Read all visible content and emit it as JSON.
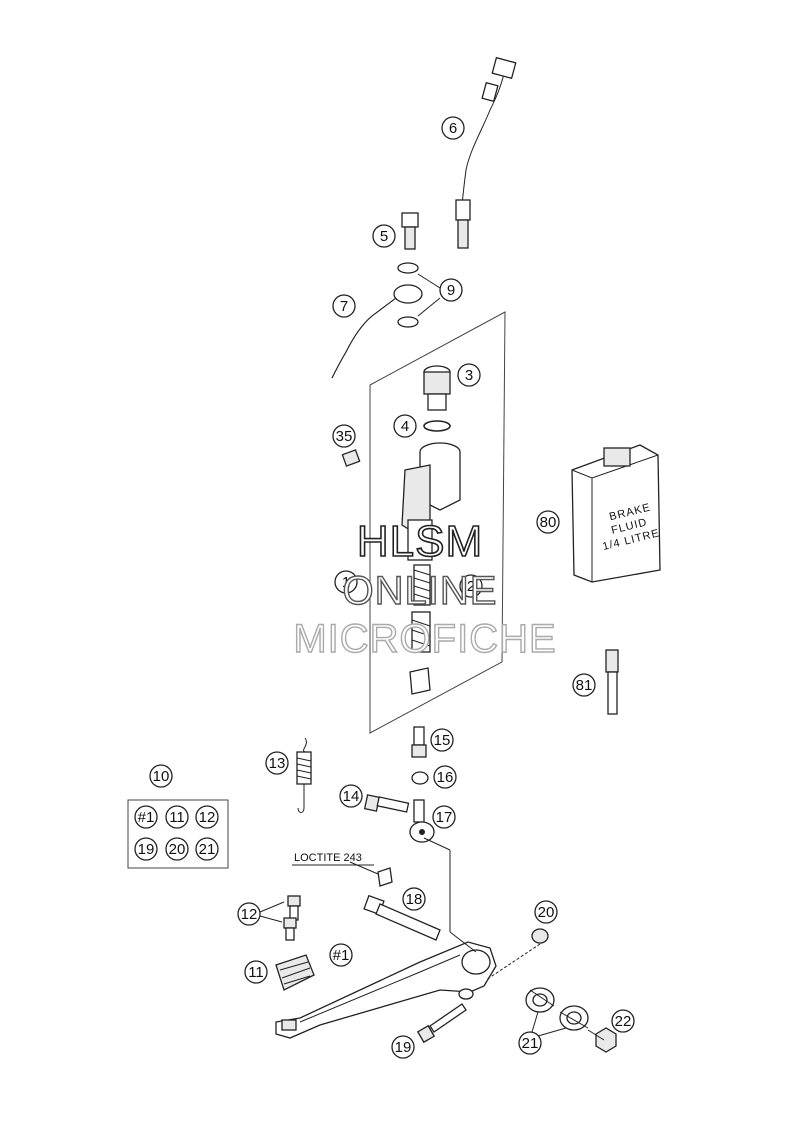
{
  "callouts": {
    "c6": "6",
    "c5": "5",
    "c9": "9",
    "c7": "7",
    "c3": "3",
    "c4": "4",
    "c35": "35",
    "c80": "80",
    "c1": "1",
    "c2": "2",
    "c81": "81",
    "c15": "15",
    "c13": "13",
    "c16": "16",
    "c10": "10",
    "c14": "14",
    "c17": "17",
    "k1": "#1",
    "k11": "11",
    "k12": "12",
    "k19": "19",
    "k20": "20",
    "k21": "21",
    "c18": "18",
    "c12": "12",
    "c20": "20",
    "c1b": "#1",
    "c11": "11",
    "c21": "21",
    "c22": "22",
    "c19": "19"
  },
  "labels": {
    "loctite": "LOCTITE 243",
    "bottle_line1": "BRAKE",
    "bottle_line2": "FLUID",
    "bottle_line3": "1/4 LITRE"
  },
  "watermark": {
    "line1": "HLSM",
    "line2": "ONLINE",
    "line3": "MICROFICHE"
  }
}
